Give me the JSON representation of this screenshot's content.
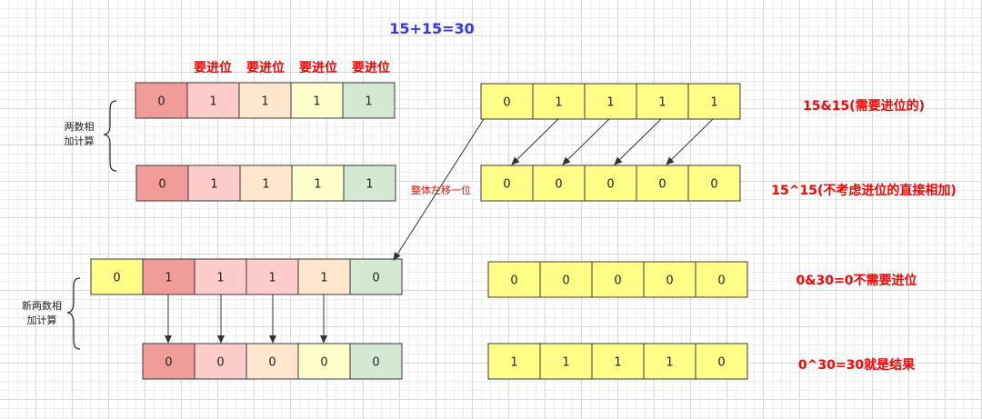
{
  "title": "15+15=30",
  "carry_labels": [
    "要进位",
    "要进位",
    "要进位",
    "要进位"
  ],
  "group_labels": {
    "top": [
      "两数相",
      "加计算"
    ],
    "bottom": [
      "新两数相",
      "加计算"
    ]
  },
  "shift_label": "整体左移一位",
  "rows": {
    "left_a": [
      "0",
      "1",
      "1",
      "1",
      "1"
    ],
    "left_b": [
      "0",
      "1",
      "1",
      "1",
      "1"
    ],
    "left_c": [
      "0",
      "1",
      "1",
      "1",
      "1",
      "0"
    ],
    "left_d": [
      "0",
      "0",
      "0",
      "0",
      "0"
    ],
    "right_a": [
      "0",
      "1",
      "1",
      "1",
      "1"
    ],
    "right_b": [
      "0",
      "0",
      "0",
      "0",
      "0"
    ],
    "right_c": [
      "0",
      "0",
      "0",
      "0",
      "0"
    ],
    "right_d": [
      "1",
      "1",
      "1",
      "1",
      "0"
    ]
  },
  "right_labels": [
    "15&15(需要进位的)",
    "15^15(不考虑进位的直接相加)",
    "0&30=0不需要进位",
    "0^30=30就是结果"
  ],
  "colors": {
    "grad": [
      "#f19c99",
      "#ffcccc",
      "#ffe6cc",
      "#ffffcc",
      "#d5e8d4"
    ],
    "yellow": "#ffff88",
    "cell_stroke": "#36393d",
    "title": "#3333ff",
    "red": "#ff0000",
    "arrow": "#333333"
  }
}
